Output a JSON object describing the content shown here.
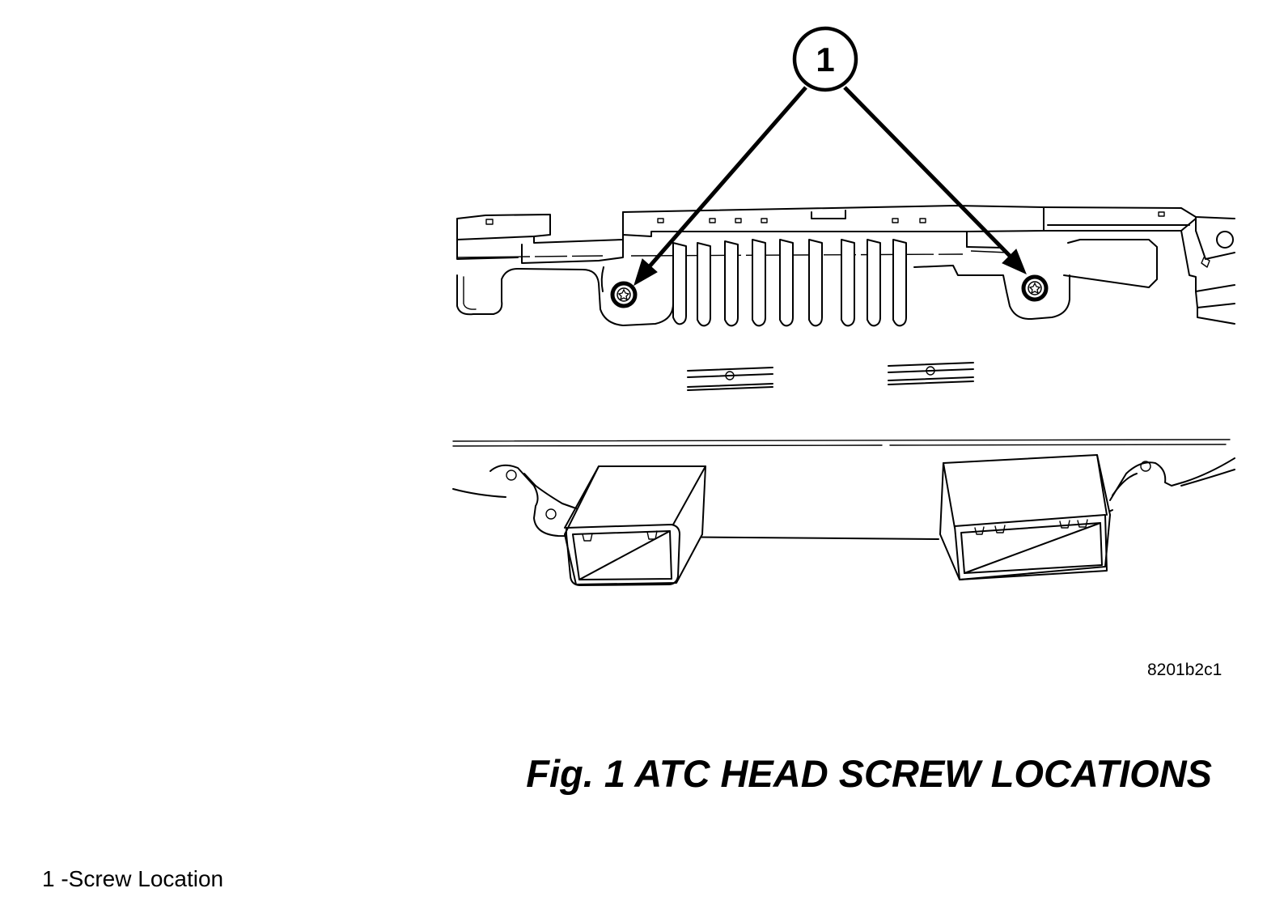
{
  "callout": {
    "number": "1"
  },
  "figure_code": "8201b2c1",
  "figure_title": "Fig. 1 ATC HEAD SCREW LOCATIONS",
  "legend": [
    {
      "text": "1 -Screw Location"
    }
  ],
  "icons": {
    "screw_left": "screw-icon",
    "screw_right": "screw-icon"
  }
}
